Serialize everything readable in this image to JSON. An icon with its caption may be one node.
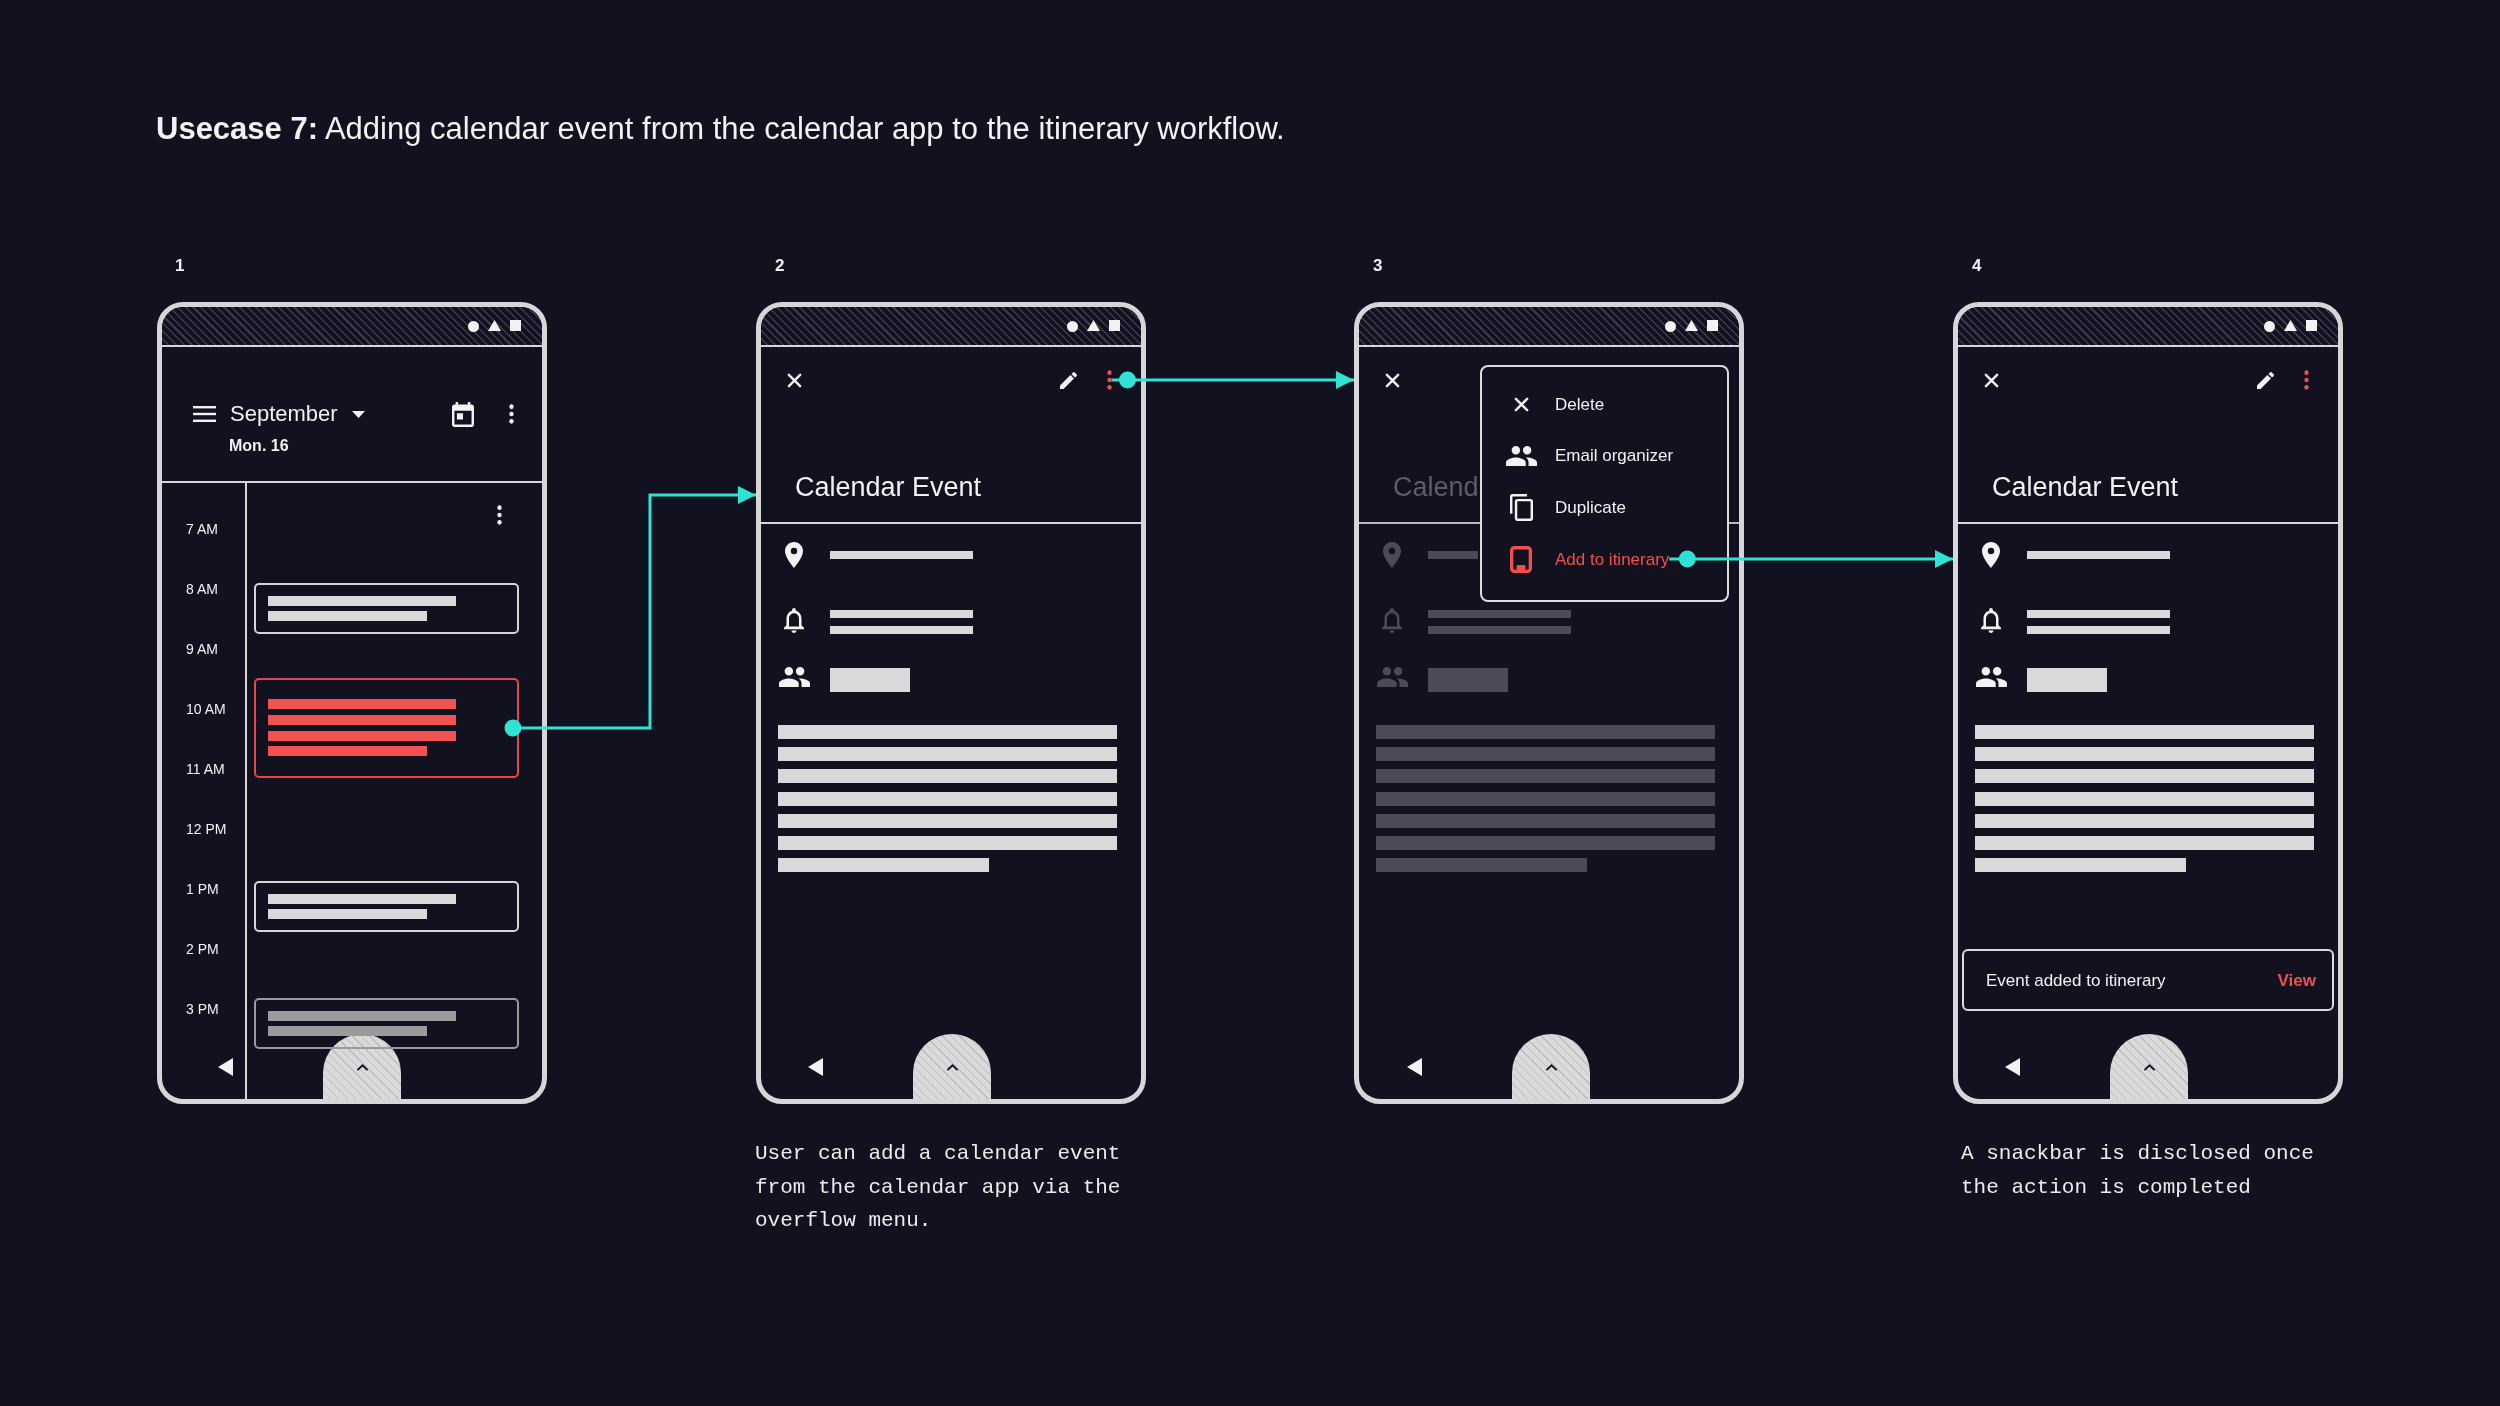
{
  "diagram": {
    "title": "**Usecase 7:** Adding calendar event from the calendar app to the itinerary workflow.",
    "nodes": [
      {
        "text": [
          "1",
          "September",
          "Mon. 16",
          "7 AM",
          "8 AM",
          "9 AM",
          "10 AM",
          "11 AM",
          "12 PM",
          "1 PM",
          "2 PM",
          "3 PM"
        ]
      },
      {
        "text": [],
        "shape": "box",
        "in": 0
      },
      {
        "text": [],
        "shape": "box",
        "in": 0
      },
      {
        "text": [],
        "shape": "box",
        "in": 0
      },
      {
        "text": [],
        "shape": "box",
        "in": 0
      },
      {
        "text": [
          "2",
          "Calendar Event"
        ],
        "beside": [
          "User can add a calendar event from the calendar app via the overflow menu."
        ]
      },
      {
        "text": [],
        "shape": "picture",
        "in": 5
      },
      {
        "text": [
          "3",
          "Calend"
        ]
      },
      {
        "text": [
          "Delete",
          "Email organizer",
          "Duplicate"
        ],
        "in": 7
      },
      {
        "text": [
          "Add to itinerary"
        ],
        "in": 8
      },
      {
        "text": [
          "4",
          "Calendar Event"
        ],
        "beside": [
          "A snackbar is disclosed once the action is completed"
        ]
      },
      {
        "text": [
          "Event added to itinerary",
          "View"
        ],
        "in": 10
      }
    ],
    "edges": [
      {
        "from": 2,
        "to": 5,
        "arrow": "to"
      },
      {
        "from": 6,
        "to": 7,
        "arrow": "to"
      },
      {
        "from": 9,
        "to": 10,
        "arrow": "to"
      }
    ]
  }
}
